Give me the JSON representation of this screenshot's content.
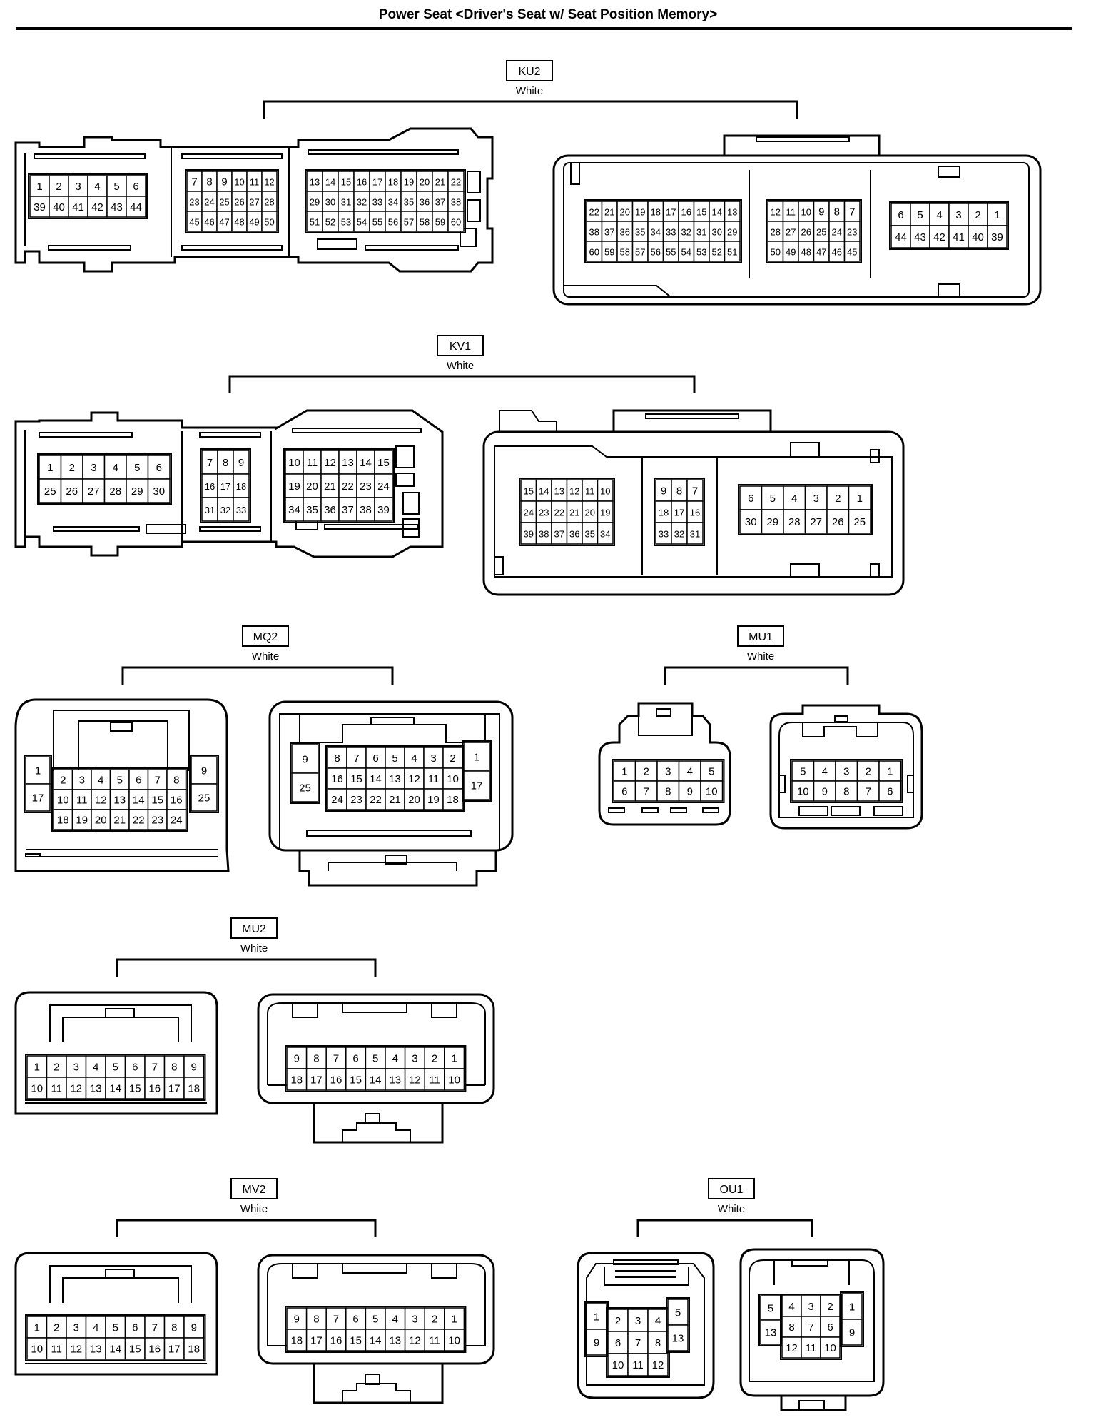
{
  "page": {
    "title": "Power Seat <Driver's Seat w/ Seat Position Memory>"
  },
  "connectors": [
    {
      "id": "KU2",
      "color": "White",
      "blocks": [
        {
          "view": "A",
          "rows": [
            [
              "1",
              "2",
              "3",
              "4",
              "5",
              "6"
            ],
            [
              "39",
              "40",
              "41",
              "42",
              "43",
              "44"
            ]
          ]
        },
        {
          "view": "A",
          "rows": [
            [
              "7",
              "8",
              "9",
              "10",
              "11",
              "12"
            ],
            [
              "23",
              "24",
              "25",
              "26",
              "27",
              "28"
            ],
            [
              "45",
              "46",
              "47",
              "48",
              "49",
              "50"
            ]
          ]
        },
        {
          "view": "A",
          "rows": [
            [
              "13",
              "14",
              "15",
              "16",
              "17",
              "18",
              "19",
              "20",
              "21",
              "22"
            ],
            [
              "29",
              "30",
              "31",
              "32",
              "33",
              "34",
              "35",
              "36",
              "37",
              "38"
            ],
            [
              "51",
              "52",
              "53",
              "54",
              "55",
              "56",
              "57",
              "58",
              "59",
              "60"
            ]
          ]
        },
        {
          "view": "B",
          "rows": [
            [
              "22",
              "21",
              "20",
              "19",
              "18",
              "17",
              "16",
              "15",
              "14",
              "13"
            ],
            [
              "38",
              "37",
              "36",
              "35",
              "34",
              "33",
              "32",
              "31",
              "30",
              "29"
            ],
            [
              "60",
              "59",
              "58",
              "57",
              "56",
              "55",
              "54",
              "53",
              "52",
              "51"
            ]
          ]
        },
        {
          "view": "B",
          "rows": [
            [
              "12",
              "11",
              "10",
              "9",
              "8",
              "7"
            ],
            [
              "28",
              "27",
              "26",
              "25",
              "24",
              "23"
            ],
            [
              "50",
              "49",
              "48",
              "47",
              "46",
              "45"
            ]
          ]
        },
        {
          "view": "B",
          "rows": [
            [
              "6",
              "5",
              "4",
              "3",
              "2",
              "1"
            ],
            [
              "44",
              "43",
              "42",
              "41",
              "40",
              "39"
            ]
          ]
        }
      ]
    },
    {
      "id": "KV1",
      "color": "White",
      "blocks": [
        {
          "view": "A",
          "rows": [
            [
              "1",
              "2",
              "3",
              "4",
              "5",
              "6"
            ],
            [
              "25",
              "26",
              "27",
              "28",
              "29",
              "30"
            ]
          ]
        },
        {
          "view": "A",
          "rows": [
            [
              "7",
              "8",
              "9"
            ],
            [
              "16",
              "17",
              "18"
            ],
            [
              "31",
              "32",
              "33"
            ]
          ]
        },
        {
          "view": "A",
          "rows": [
            [
              "10",
              "11",
              "12",
              "13",
              "14",
              "15"
            ],
            [
              "19",
              "20",
              "21",
              "22",
              "23",
              "24"
            ],
            [
              "34",
              "35",
              "36",
              "37",
              "38",
              "39"
            ]
          ]
        },
        {
          "view": "B",
          "rows": [
            [
              "15",
              "14",
              "13",
              "12",
              "11",
              "10"
            ],
            [
              "24",
              "23",
              "22",
              "21",
              "20",
              "19"
            ],
            [
              "39",
              "38",
              "37",
              "36",
              "35",
              "34"
            ]
          ]
        },
        {
          "view": "B",
          "rows": [
            [
              "9",
              "8",
              "7"
            ],
            [
              "18",
              "17",
              "16"
            ],
            [
              "33",
              "32",
              "31"
            ]
          ]
        },
        {
          "view": "B",
          "rows": [
            [
              "6",
              "5",
              "4",
              "3",
              "2",
              "1"
            ],
            [
              "30",
              "29",
              "28",
              "27",
              "26",
              "25"
            ]
          ]
        }
      ]
    },
    {
      "id": "MQ2",
      "color": "White",
      "blocks": [
        {
          "view": "A",
          "rows": [
            [
              "1"
            ],
            [
              "17"
            ]
          ]
        },
        {
          "view": "A",
          "rows": [
            [
              "2",
              "3",
              "4",
              "5",
              "6",
              "7",
              "8"
            ],
            [
              "10",
              "11",
              "12",
              "13",
              "14",
              "15",
              "16"
            ],
            [
              "18",
              "19",
              "20",
              "21",
              "22",
              "23",
              "24"
            ]
          ]
        },
        {
          "view": "A",
          "rows": [
            [
              "9"
            ],
            [
              "25"
            ]
          ]
        },
        {
          "view": "B",
          "rows": [
            [
              "9"
            ],
            [
              "25"
            ]
          ]
        },
        {
          "view": "B",
          "rows": [
            [
              "8",
              "7",
              "6",
              "5",
              "4",
              "3",
              "2"
            ],
            [
              "16",
              "15",
              "14",
              "13",
              "12",
              "11",
              "10"
            ],
            [
              "24",
              "23",
              "22",
              "21",
              "20",
              "19",
              "18"
            ]
          ]
        },
        {
          "view": "B",
          "rows": [
            [
              "1"
            ],
            [
              "17"
            ]
          ]
        }
      ]
    },
    {
      "id": "MU1",
      "color": "White",
      "blocks": [
        {
          "view": "A",
          "rows": [
            [
              "1",
              "2",
              "3",
              "4",
              "5"
            ],
            [
              "6",
              "7",
              "8",
              "9",
              "10"
            ]
          ]
        },
        {
          "view": "B",
          "rows": [
            [
              "5",
              "4",
              "3",
              "2",
              "1"
            ],
            [
              "10",
              "9",
              "8",
              "7",
              "6"
            ]
          ]
        }
      ]
    },
    {
      "id": "MU2",
      "color": "White",
      "blocks": [
        {
          "view": "A",
          "rows": [
            [
              "1",
              "2",
              "3",
              "4",
              "5",
              "6",
              "7",
              "8",
              "9"
            ],
            [
              "10",
              "11",
              "12",
              "13",
              "14",
              "15",
              "16",
              "17",
              "18"
            ]
          ]
        },
        {
          "view": "B",
          "rows": [
            [
              "9",
              "8",
              "7",
              "6",
              "5",
              "4",
              "3",
              "2",
              "1"
            ],
            [
              "18",
              "17",
              "16",
              "15",
              "14",
              "13",
              "12",
              "11",
              "10"
            ]
          ]
        }
      ]
    },
    {
      "id": "MV2",
      "color": "White",
      "blocks": [
        {
          "view": "A",
          "rows": [
            [
              "1",
              "2",
              "3",
              "4",
              "5",
              "6",
              "7",
              "8",
              "9"
            ],
            [
              "10",
              "11",
              "12",
              "13",
              "14",
              "15",
              "16",
              "17",
              "18"
            ]
          ]
        },
        {
          "view": "B",
          "rows": [
            [
              "9",
              "8",
              "7",
              "6",
              "5",
              "4",
              "3",
              "2",
              "1"
            ],
            [
              "18",
              "17",
              "16",
              "15",
              "14",
              "13",
              "12",
              "11",
              "10"
            ]
          ]
        }
      ]
    },
    {
      "id": "OU1",
      "color": "White",
      "blocks": [
        {
          "view": "A",
          "rows": [
            [
              "1"
            ],
            [
              "9"
            ]
          ]
        },
        {
          "view": "A",
          "rows": [
            [
              "2",
              "3",
              "4"
            ],
            [
              "6",
              "7",
              "8"
            ],
            [
              "10",
              "11",
              "12"
            ]
          ]
        },
        {
          "view": "A",
          "rows": [
            [
              "5"
            ],
            [
              "13"
            ]
          ]
        },
        {
          "view": "B",
          "rows": [
            [
              "5"
            ],
            [
              "13"
            ]
          ]
        },
        {
          "view": "B",
          "rows": [
            [
              "4",
              "3",
              "2"
            ],
            [
              "8",
              "7",
              "6"
            ],
            [
              "12",
              "11",
              "10"
            ]
          ]
        },
        {
          "view": "B",
          "rows": [
            [
              "1"
            ],
            [
              "9"
            ]
          ]
        }
      ]
    }
  ]
}
